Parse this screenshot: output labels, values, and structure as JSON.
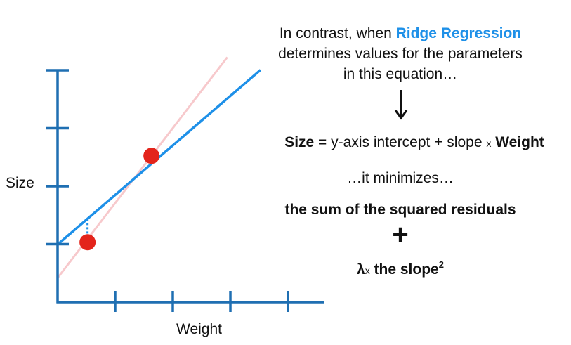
{
  "chart_data": {
    "type": "scatter",
    "xlabel": "Weight",
    "ylabel": "Size",
    "x_ticks": 4,
    "y_ticks": 4,
    "points": [
      {
        "x": 0.52,
        "y": 1.04
      },
      {
        "x": 1.63,
        "y": 2.54
      }
    ],
    "ridge_line": {
      "intercept": 1.0,
      "slope": 0.86
    },
    "least_squares_line": {
      "intercept": 0.42,
      "slope": 1.3
    },
    "xlim": [
      0,
      4.7
    ],
    "ylim": [
      0,
      4.1
    ],
    "colors": {
      "axis": "#1f6fb2",
      "ridge_line": "#1e90e8",
      "least_squares_line": "#f7c9cc",
      "points": "#e3241b",
      "residual": "#1e90e8"
    }
  },
  "text": {
    "intro_pre": "In contrast, when ",
    "intro_highlight": "Ridge Regression",
    "intro_line2": "determines values for the parameters",
    "intro_line3": "in this equation…",
    "eq_size": "Size",
    "eq_mid": " = y-axis intercept + slope ",
    "eq_times": "x",
    "eq_weight": "Weight",
    "minimizes": "…it minimizes…",
    "sum_residuals": "the sum of the squared residuals",
    "plus": "+",
    "lambda": "λ",
    "penalty_times": "x",
    "penalty_text": " the slope",
    "penalty_power": "2"
  }
}
